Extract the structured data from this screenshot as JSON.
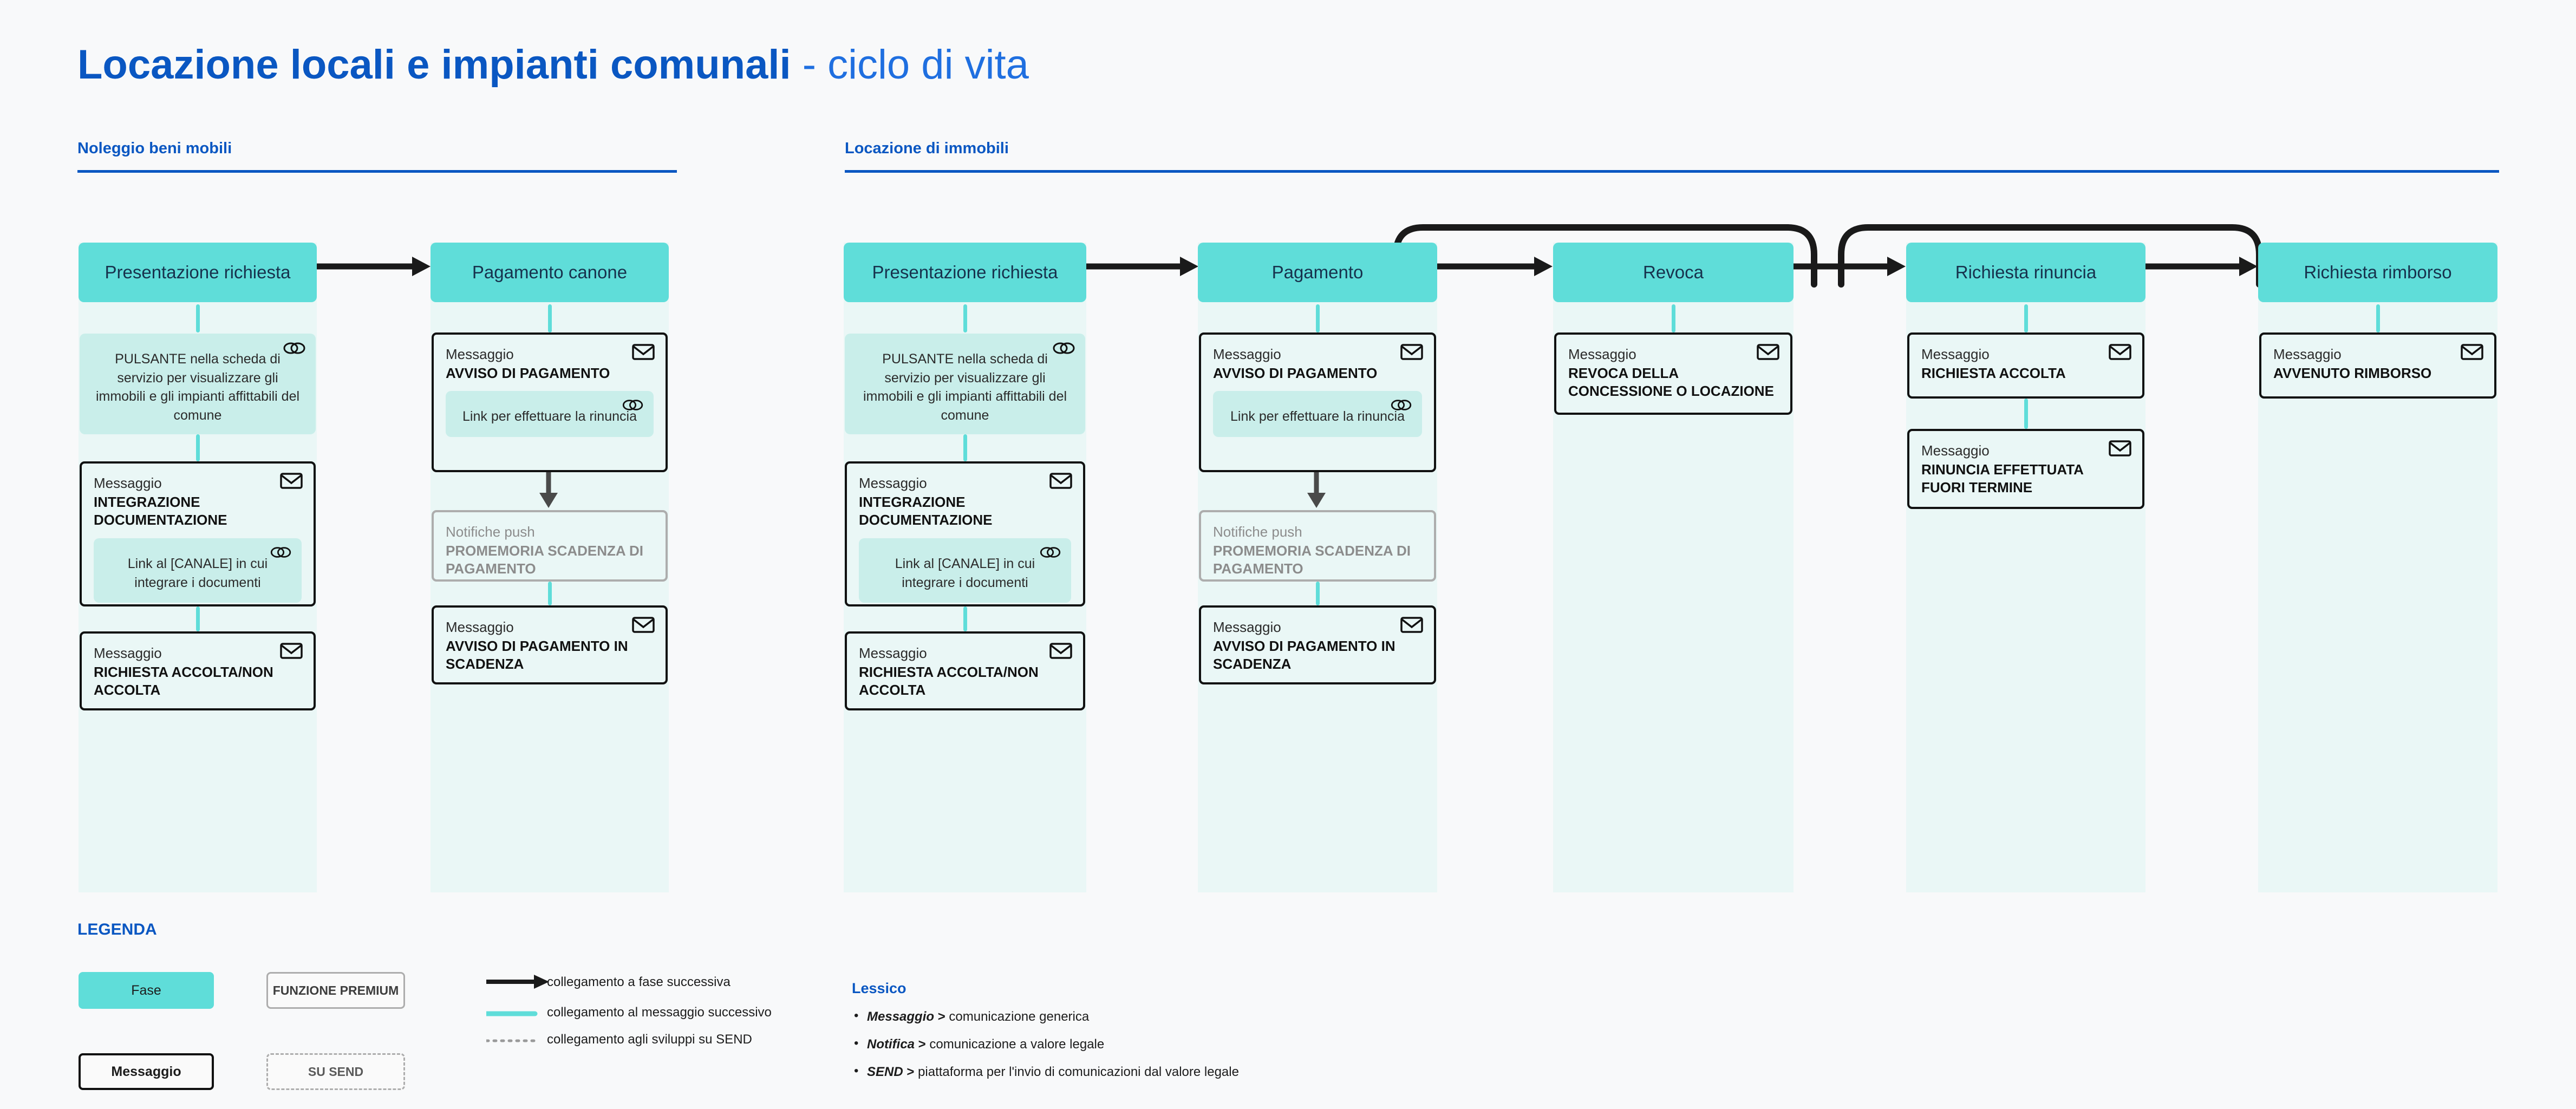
{
  "header": {
    "title_strong": "Locazione locali e impianti comunali",
    "title_light": " - ciclo di vita"
  },
  "sections": [
    {
      "label": "Noleggio beni mobili"
    },
    {
      "label": "Locazione di immobili"
    }
  ],
  "phases": [
    {
      "label": "Presentazione richiesta"
    },
    {
      "label": "Pagamento canone"
    },
    {
      "label": "Presentazione richiesta"
    },
    {
      "label": "Pagamento"
    },
    {
      "label": "Revoca"
    },
    {
      "label": "Richiesta rinuncia"
    },
    {
      "label": "Richiesta rimborso"
    }
  ],
  "cards": {
    "c1_chip": {
      "text": "PULSANTE nella scheda di servizio per visualizzare gli immobili e gli impianti affittabili del comune",
      "icon": "link-icon"
    },
    "c1_m1": {
      "kind": "Messaggio",
      "title": "INTEGRAZIONE DOCUMENTAZIONE",
      "icon": "mail-icon",
      "sub_text": "Link al [CANALE] in cui integrare i documenti",
      "sub_icon": "link-icon"
    },
    "c1_m2": {
      "kind": "Messaggio",
      "title": "RICHIESTA ACCOLTA/NON ACCOLTA",
      "icon": "mail-icon"
    },
    "c2_m1": {
      "kind": "Messaggio",
      "title": "AVVISO DI PAGAMENTO",
      "icon": "mail-icon",
      "sub_text": "Link per effettuare la rinuncia",
      "sub_icon": "link-icon"
    },
    "c2_m2": {
      "kind": "Notifiche push",
      "title": "PROMEMORIA SCADENZA DI PAGAMENTO",
      "muted": true
    },
    "c2_m3": {
      "kind": "Messaggio",
      "title": "AVVISO DI PAGAMENTO IN SCADENZA",
      "icon": "mail-icon"
    },
    "c3_chip": {
      "text": "PULSANTE nella scheda di servizio per visualizzare gli immobili e gli impianti affittabili del comune",
      "icon": "link-icon"
    },
    "c3_m1": {
      "kind": "Messaggio",
      "title": "INTEGRAZIONE DOCUMENTAZIONE",
      "icon": "mail-icon",
      "sub_text": "Link al [CANALE] in cui integrare i documenti",
      "sub_icon": "link-icon"
    },
    "c3_m2": {
      "kind": "Messaggio",
      "title": "RICHIESTA ACCOLTA/NON ACCOLTA",
      "icon": "mail-icon"
    },
    "c4_m1": {
      "kind": "Messaggio",
      "title": "AVVISO DI PAGAMENTO",
      "icon": "mail-icon",
      "sub_text": "Link per effettuare la rinuncia",
      "sub_icon": "link-icon"
    },
    "c4_m2": {
      "kind": "Notifiche push",
      "title": "PROMEMORIA SCADENZA DI PAGAMENTO",
      "muted": true
    },
    "c4_m3": {
      "kind": "Messaggio",
      "title": "AVVISO DI PAGAMENTO IN SCADENZA",
      "icon": "mail-icon"
    },
    "c5_m1": {
      "kind": "Messaggio",
      "title": "REVOCA DELLA CONCESSIONE O LOCAZIONE",
      "icon": "mail-icon"
    },
    "c6_m1": {
      "kind": "Messaggio",
      "title": "RICHIESTA ACCOLTA",
      "icon": "mail-icon"
    },
    "c6_m2": {
      "kind": "Messaggio",
      "title": "RINUNCIA EFFETTUATA FUORI TERMINE",
      "icon": "mail-icon"
    },
    "c7_m1": {
      "kind": "Messaggio",
      "title": "AVVENUTO RIMBORSO",
      "icon": "mail-icon"
    }
  },
  "legend": {
    "title": "LEGENDA",
    "swatch_fase": "Fase",
    "swatch_messaggio": "Messaggio",
    "swatch_premium": "FUNZIONE PREMIUM",
    "swatch_send": "SU SEND",
    "line_next_phase": "collegamento a fase successiva",
    "line_next_message": "collegamento al messaggio successivo",
    "line_send": "collegamento agli sviluppi su SEND"
  },
  "lessico": {
    "title": "Lessico",
    "items": [
      {
        "term": "Messaggio",
        "sep": " > ",
        "def": "comunicazione generica"
      },
      {
        "term": "Notifica",
        "sep": " > ",
        "def": "comunicazione a valore legale"
      },
      {
        "term": "SEND",
        "sep": " > ",
        "def": "piattaforma per  l'invio di comunicazioni dal valore legale"
      }
    ]
  },
  "colors": {
    "brand_blue": "#0A57C2",
    "phase_teal": "#5FDDD9",
    "lane_bg": "#EAF7F6",
    "chip_bg": "#C9EEEA",
    "page_bg": "#F8F9FA",
    "muted_grey": "#ADADAD"
  }
}
